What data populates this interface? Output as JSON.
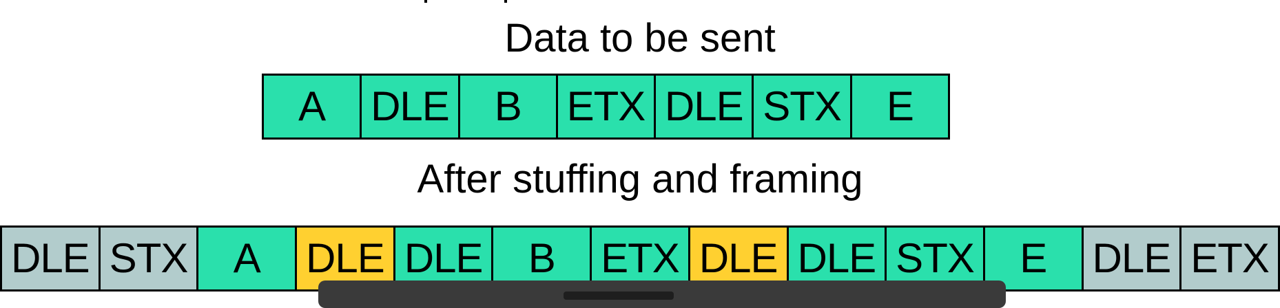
{
  "headings": {
    "data_to_send": "Data to be sent",
    "after_stuffing": "After stuffing and framing"
  },
  "colors": {
    "data": "#2ae0ac",
    "stuffed": "#ffd030",
    "frame": "#b2cccc",
    "border": "#000000"
  },
  "data_row": [
    {
      "label": "A",
      "kind": "data"
    },
    {
      "label": "DLE",
      "kind": "data"
    },
    {
      "label": "B",
      "kind": "data"
    },
    {
      "label": "ETX",
      "kind": "data"
    },
    {
      "label": "DLE",
      "kind": "data"
    },
    {
      "label": "STX",
      "kind": "data"
    },
    {
      "label": "E",
      "kind": "data"
    }
  ],
  "stuffed_row": [
    {
      "label": "DLE",
      "kind": "frame"
    },
    {
      "label": "STX",
      "kind": "frame"
    },
    {
      "label": "A",
      "kind": "data"
    },
    {
      "label": "DLE",
      "kind": "stuffed"
    },
    {
      "label": "DLE",
      "kind": "data"
    },
    {
      "label": "B",
      "kind": "data"
    },
    {
      "label": "ETX",
      "kind": "data"
    },
    {
      "label": "DLE",
      "kind": "stuffed"
    },
    {
      "label": "DLE",
      "kind": "data"
    },
    {
      "label": "STX",
      "kind": "data"
    },
    {
      "label": "E",
      "kind": "data"
    },
    {
      "label": "DLE",
      "kind": "frame"
    },
    {
      "label": "ETX",
      "kind": "frame"
    }
  ]
}
